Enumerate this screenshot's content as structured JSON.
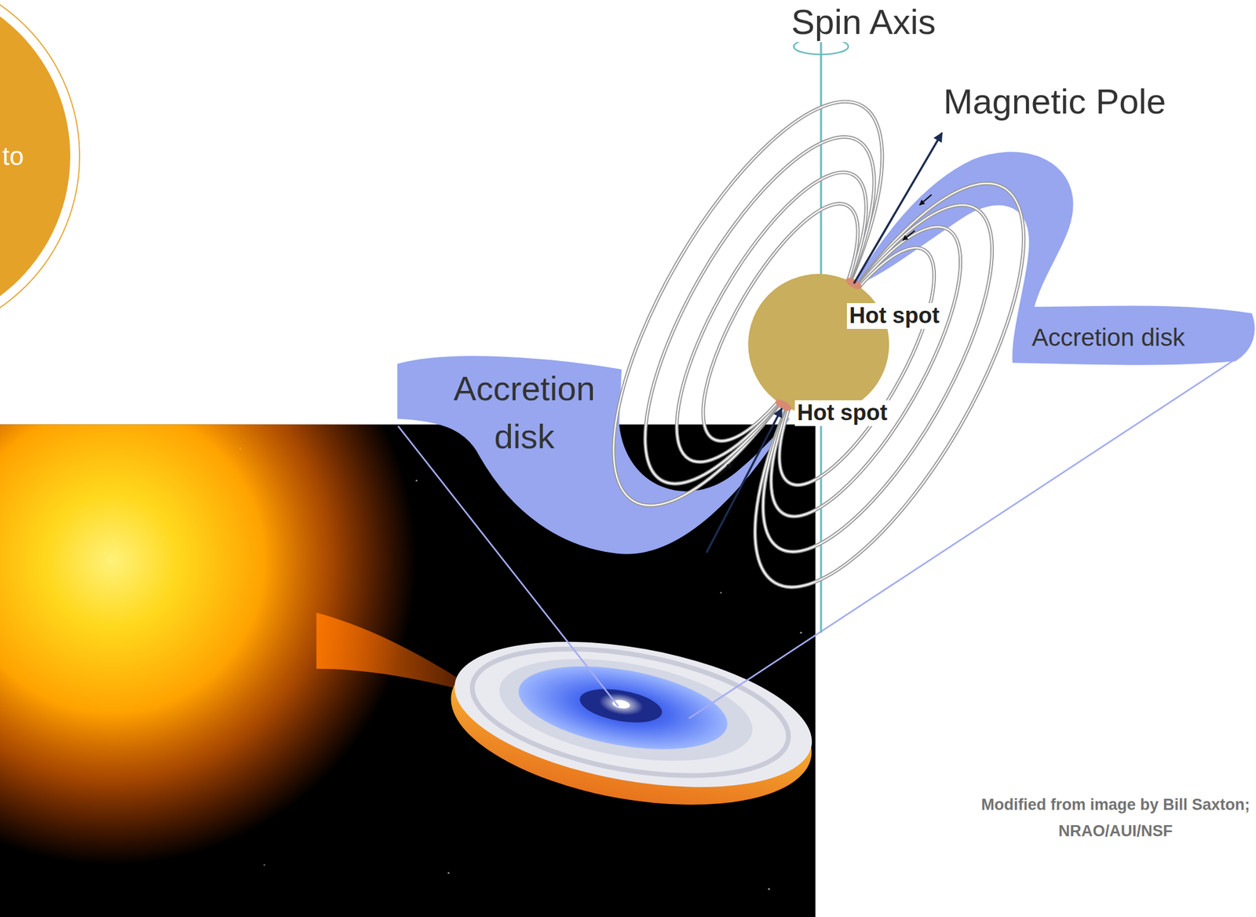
{
  "diagram": {
    "nodes": [
      {
        "text": [
          "to"
        ]
      }
    ],
    "labels": [
      "Spin Axis",
      "Magnetic Pole",
      "Hot spot",
      "Accretion disk",
      "Accretion disk",
      "Hot spot",
      "Modified from image by Bill Saxton; NRAO/AUI/NSF"
    ]
  }
}
